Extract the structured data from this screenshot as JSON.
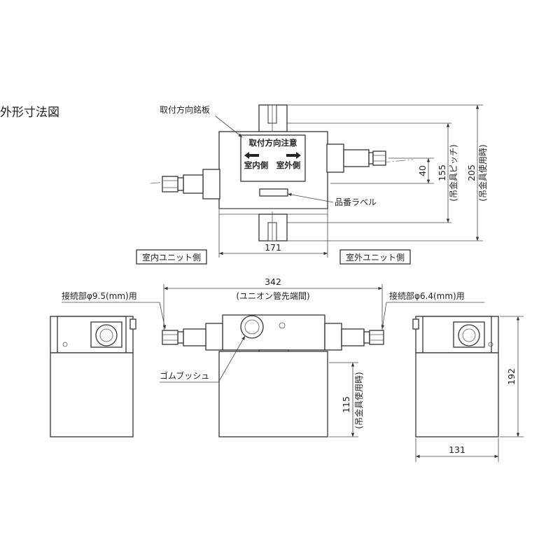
{
  "title": "外形寸法図",
  "labels": {
    "direction_plate": "取付方向銘板",
    "plate_heading": "取付方向注意",
    "plate_indoor": "室内側",
    "plate_outdoor": "室外側",
    "part_number_label": "品番ラベル",
    "indoor_unit_side": "室内ユニット側",
    "outdoor_unit_side": "室外ユニット側",
    "connection_left": "接続部φ9.5(mm)用",
    "connection_right": "接続部φ6.4(mm)用",
    "rubber_bush": "ゴムブッシュ"
  },
  "dimensions": {
    "d40": "40",
    "d155": "155",
    "d155_note": "(吊金具ピッチ)",
    "d205": "205",
    "d205_note": "(吊金具使用時)",
    "d171": "171",
    "d342": "342",
    "d342_note": "(ユニオン管先端間)",
    "d115": "115",
    "d115_note": "(吊金具使用時)",
    "d192": "192",
    "d131": "131"
  }
}
